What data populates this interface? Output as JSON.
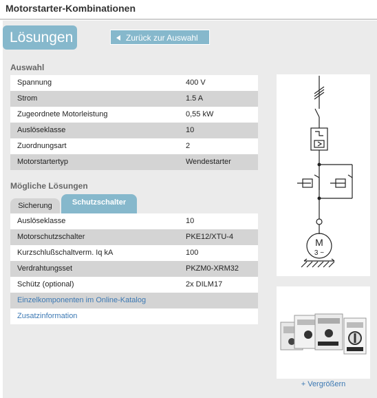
{
  "page_title": "Motorstarter-Kombinationen",
  "badge": "Lösungen",
  "back_button": "Zurück zur Auswahl",
  "auswahl": {
    "heading": "Auswahl",
    "rows": [
      {
        "label": "Spannung",
        "value": "400 V"
      },
      {
        "label": "Strom",
        "value": "1.5 A"
      },
      {
        "label": "Zugeordnete Motorleistung",
        "value": "0,55 kW"
      },
      {
        "label": "Auslöseklasse",
        "value": "10"
      },
      {
        "label": "Zuordnungsart",
        "value": "2"
      },
      {
        "label": "Motorstartertyp",
        "value": "Wendestarter"
      }
    ]
  },
  "loesungen": {
    "heading": "Mögliche Lösungen",
    "tabs": [
      {
        "label": "Sicherung",
        "active": false
      },
      {
        "label": "Schutzschalter",
        "active": true
      }
    ],
    "rows": [
      {
        "label": "Auslöseklasse",
        "value": "10"
      },
      {
        "label": "Motorschutzschalter",
        "value": "PKE12/XTU-4"
      },
      {
        "label": "Kurzschlußschaltverm. Iq kA",
        "value": "100"
      },
      {
        "label": "Verdrahtungsset",
        "value": "PKZM0-XRM32"
      },
      {
        "label": "Schütz (optional)",
        "value": "2x DILM17"
      }
    ],
    "links": [
      {
        "label": "Einzelkomponenten im Online-Katalog"
      },
      {
        "label": "Zusatzinformation"
      }
    ]
  },
  "diagram": {
    "motor_label": "M",
    "motor_phase": "3 ~"
  },
  "enlarge_link": "+ Vergrößern"
}
